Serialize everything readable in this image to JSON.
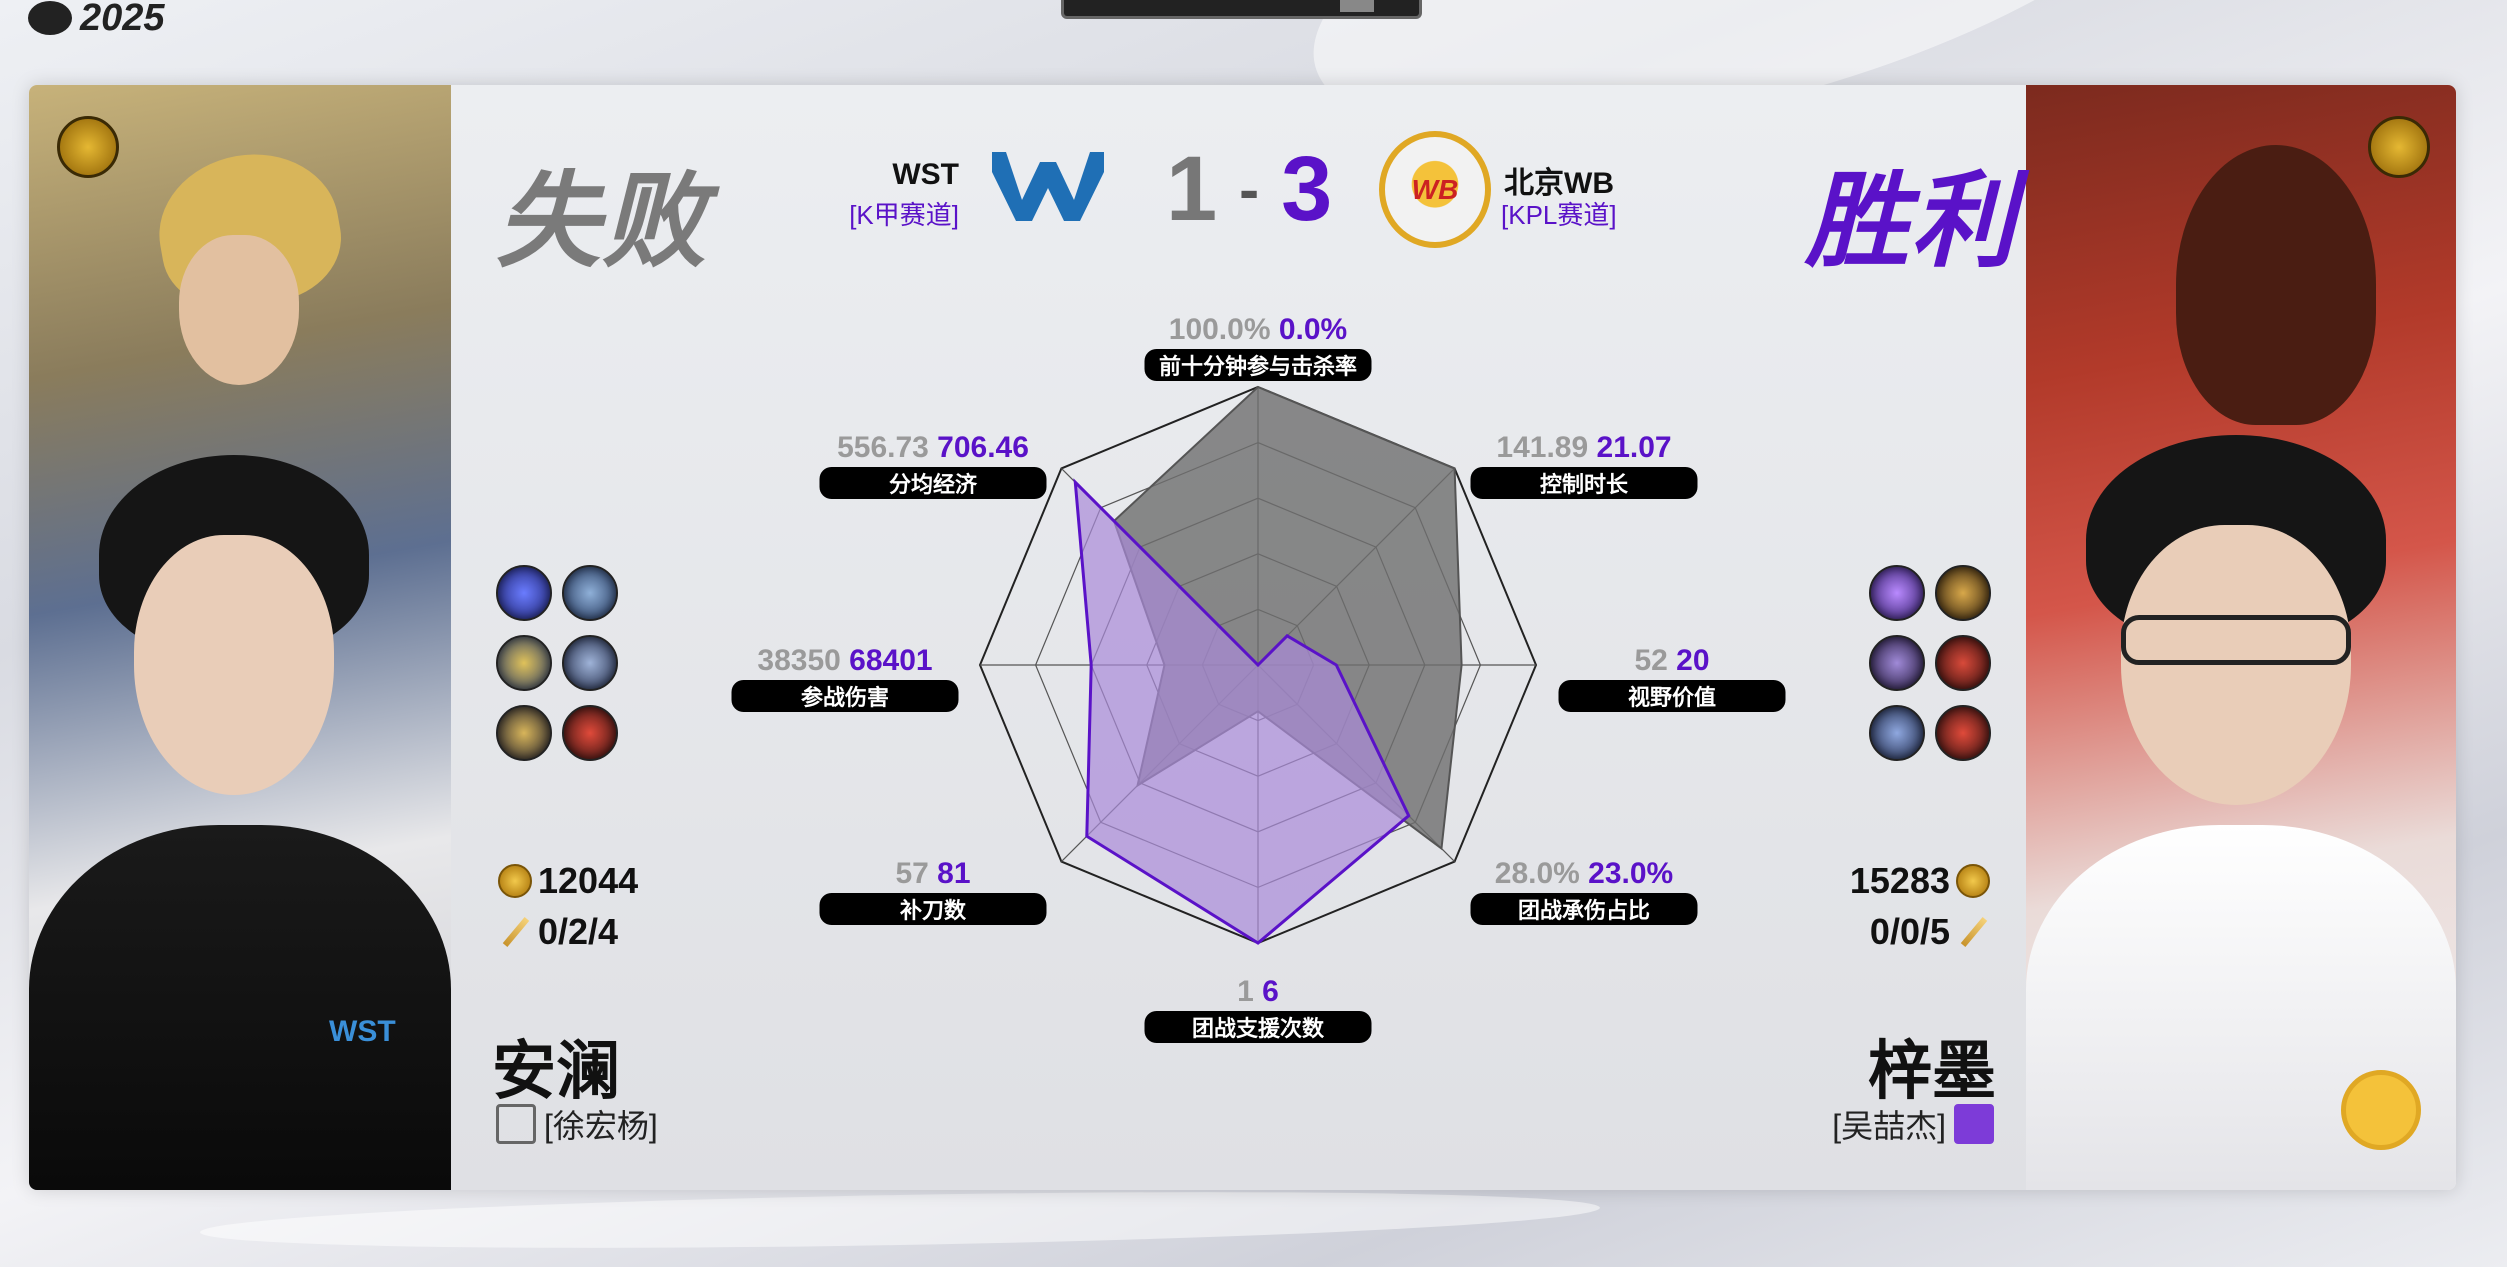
{
  "header": {
    "year": "2025"
  },
  "result": {
    "left": "失败",
    "right": "胜利"
  },
  "teams": {
    "left": {
      "name": "WST",
      "league": "[K甲赛道]",
      "logo": "W"
    },
    "right": {
      "name": "北京WB",
      "league": "[KPL赛道]",
      "logo": "WB"
    }
  },
  "score": {
    "left": "1",
    "sep": "-",
    "right": "3"
  },
  "players": {
    "left": {
      "hero": "安澜",
      "player": "[徐宏杨]",
      "gold": "12044",
      "kda": "0/2/4",
      "jersey": "WST"
    },
    "right": {
      "hero": "梓墨",
      "player": "[吴喆杰]",
      "gold": "15283",
      "kda": "0/0/5"
    }
  },
  "colors": {
    "accent": "#5a12c8",
    "lose": "#7a7a7a",
    "left_fill": "#6e6e6e",
    "right_fill": "#a98ad8"
  },
  "chart_data": {
    "type": "radar",
    "axes": [
      {
        "label": "前十分钟参与击杀率",
        "left": "100.0%",
        "right": "0.0%",
        "lv": 100,
        "rv": 0,
        "max": 100
      },
      {
        "label": "控制时长",
        "left": "141.89",
        "right": "21.07",
        "lv": 141.89,
        "rv": 21.07,
        "max": 141.89
      },
      {
        "label": "视野价值",
        "left": "52",
        "right": "20",
        "lv": 52,
        "rv": 20,
        "max": 71
      },
      {
        "label": "团战承伤占比",
        "left": "28.0%",
        "right": "23.0%",
        "lv": 28,
        "rv": 23,
        "max": 30
      },
      {
        "label": "团战支援次数",
        "left": "1",
        "right": "6",
        "lv": 1,
        "rv": 6,
        "max": 6
      },
      {
        "label": "补刀数",
        "left": "57",
        "right": "81",
        "lv": 57,
        "rv": 81,
        "max": 93
      },
      {
        "label": "参战伤害",
        "left": "38350",
        "right": "68401",
        "lv": 38350,
        "rv": 68401,
        "max": 114000
      },
      {
        "label": "分均经济",
        "left": "556.73",
        "right": "706.46",
        "lv": 556.73,
        "rv": 706.46,
        "max": 760
      }
    ],
    "rings": 5
  }
}
